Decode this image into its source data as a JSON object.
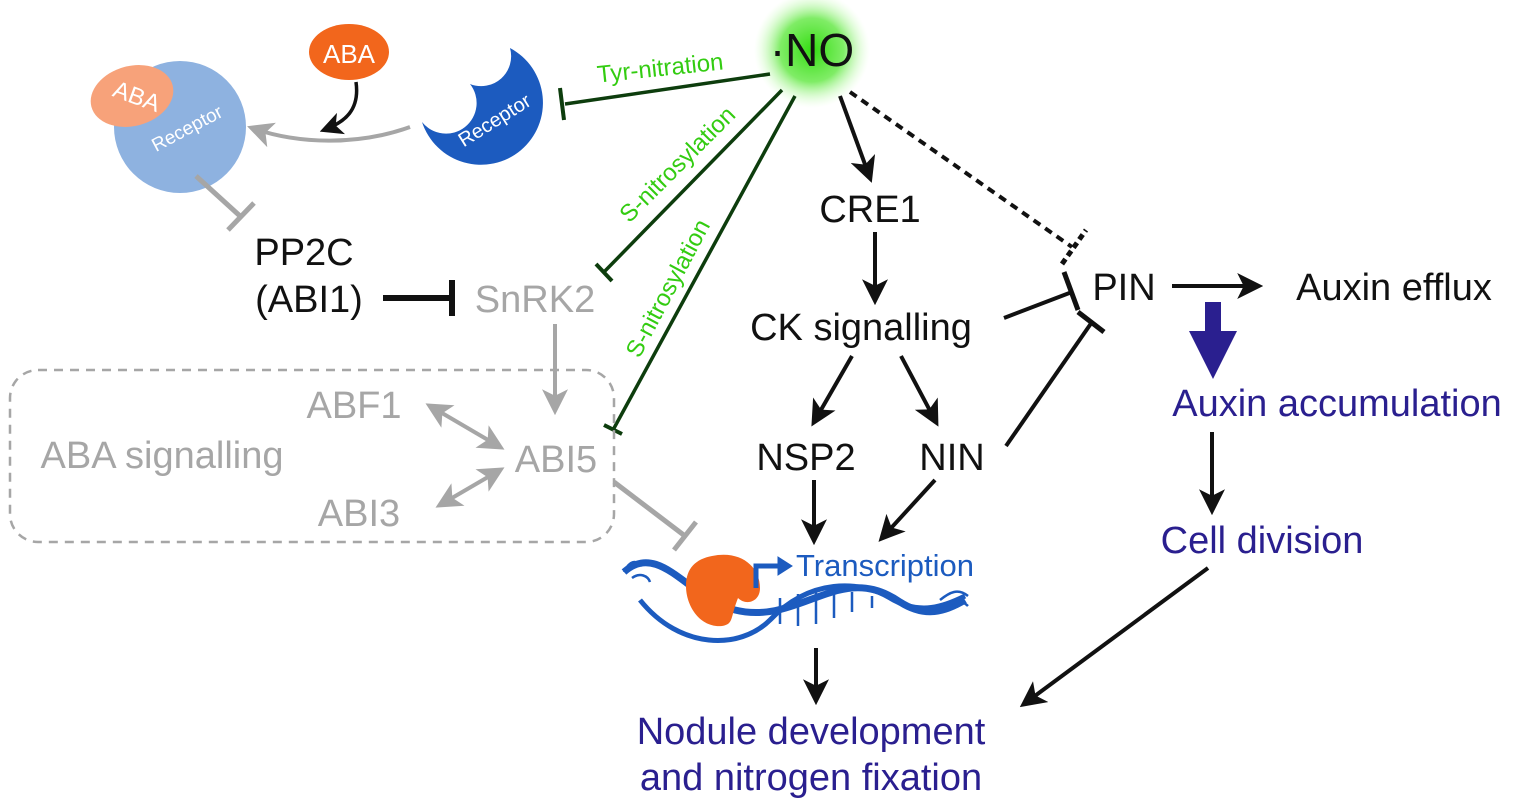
{
  "colors": {
    "black": "#111111",
    "gray": "#a6a6a6",
    "green": "#33cc11",
    "dark_green": "#0d3d0d",
    "navy": "#2a1f8f",
    "blue": "#1c5bbf",
    "light_blue": "#8eb2e0",
    "orange": "#f2661c",
    "light_orange": "#f7a27a"
  },
  "nodes": {
    "no": "·NO",
    "aba_free": "ABA",
    "aba_bound": "ABA",
    "receptor_free": "Receptor",
    "receptor_bound": "Receptor",
    "pp2c_line1": "PP2C",
    "pp2c_line2": "(ABI1)",
    "snrk2": "SnRK2",
    "abf1": "ABF1",
    "abi5": "ABI5",
    "abi3": "ABI3",
    "aba_signalling": "ABA signalling",
    "cre1": "CRE1",
    "ck_signalling": "CK signalling",
    "nsp2": "NSP2",
    "nin": "NIN",
    "pin": "PIN",
    "auxin_efflux": "Auxin efflux",
    "auxin_accumulation": "Auxin accumulation",
    "cell_division": "Cell division",
    "transcription": "Transcription",
    "nodule_line1": "Nodule development",
    "nodule_line2": "and nitrogen fixation"
  },
  "modifications": {
    "tyr_nitration": "Tyr-nitration",
    "s_nitrosylation_snrk2": "S-nitrosylation",
    "s_nitrosylation_abi5": "S-nitrosylation"
  }
}
